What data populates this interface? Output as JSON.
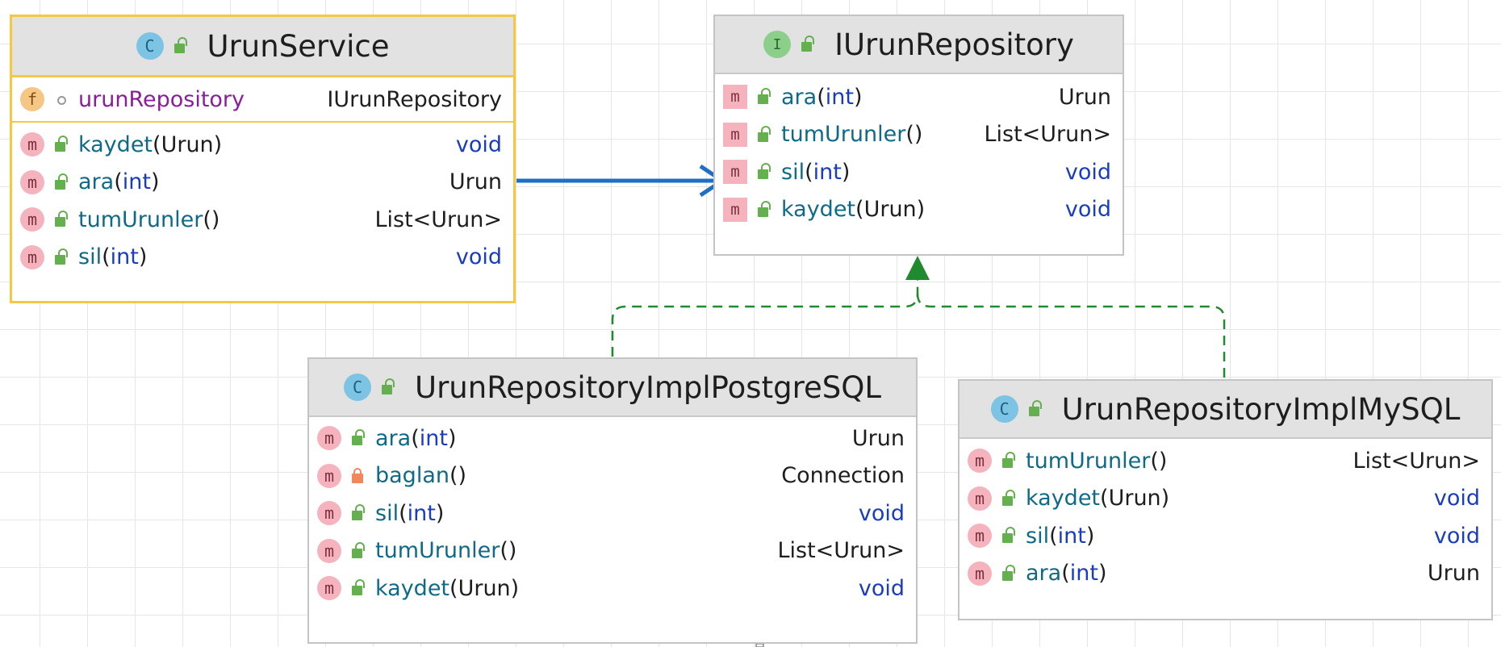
{
  "classes": {
    "urun_service": {
      "name": "UrunService",
      "kind": "C",
      "field": {
        "badge": "f",
        "name": "urunRepository",
        "type": "IUrunRepository"
      },
      "methods": [
        {
          "badge": "m",
          "name": "kaydet",
          "params_prefix": "(",
          "param_kw": "",
          "param_text": "Urun",
          "params_suffix": ")",
          "return": "void"
        },
        {
          "badge": "m",
          "name": "ara",
          "params_prefix": "(",
          "param_kw": "int",
          "param_text": "",
          "params_suffix": ")",
          "return": "Urun"
        },
        {
          "badge": "m",
          "name": "tumUrunler",
          "params_prefix": "()",
          "param_kw": "",
          "param_text": "",
          "params_suffix": "",
          "return": "List<Urun>"
        },
        {
          "badge": "m",
          "name": "sil",
          "params_prefix": "(",
          "param_kw": "int",
          "param_text": "",
          "params_suffix": ")",
          "return": "void"
        }
      ]
    },
    "iurun_repository": {
      "name": "IUrunRepository",
      "kind": "I",
      "methods": [
        {
          "badge": "m",
          "name": "ara",
          "params_prefix": "(",
          "param_kw": "int",
          "param_text": "",
          "params_suffix": ")",
          "return": "Urun"
        },
        {
          "badge": "m",
          "name": "tumUrunler",
          "params_prefix": "()",
          "param_kw": "",
          "param_text": "",
          "params_suffix": "",
          "return": "List<Urun>"
        },
        {
          "badge": "m",
          "name": "sil",
          "params_prefix": "(",
          "param_kw": "int",
          "param_text": "",
          "params_suffix": ")",
          "return": "void"
        },
        {
          "badge": "m",
          "name": "kaydet",
          "params_prefix": "(",
          "param_kw": "",
          "param_text": "Urun",
          "params_suffix": ")",
          "return": "void"
        }
      ]
    },
    "postgre": {
      "name": "UrunRepositoryImplPostgreSQL",
      "kind": "C",
      "methods": [
        {
          "badge": "m",
          "name": "ara",
          "params_prefix": "(",
          "param_kw": "int",
          "param_text": "",
          "params_suffix": ")",
          "return": "Urun"
        },
        {
          "badge": "m",
          "name": "baglan",
          "params_prefix": "()",
          "param_kw": "",
          "param_text": "",
          "params_suffix": "",
          "return": "Connection"
        },
        {
          "badge": "m",
          "name": "sil",
          "params_prefix": "(",
          "param_kw": "int",
          "param_text": "",
          "params_suffix": ")",
          "return": "void"
        },
        {
          "badge": "m",
          "name": "tumUrunler",
          "params_prefix": "()",
          "param_kw": "",
          "param_text": "",
          "params_suffix": "",
          "return": "List<Urun>"
        },
        {
          "badge": "m",
          "name": "kaydet",
          "params_prefix": "(",
          "param_kw": "",
          "param_text": "Urun",
          "params_suffix": ")",
          "return": "void"
        }
      ]
    },
    "mysql": {
      "name": "UrunRepositoryImplMySQL",
      "kind": "C",
      "methods": [
        {
          "badge": "m",
          "name": "tumUrunler",
          "params_prefix": "()",
          "param_kw": "",
          "param_text": "",
          "params_suffix": "",
          "return": "List<Urun>"
        },
        {
          "badge": "m",
          "name": "kaydet",
          "params_prefix": "(",
          "param_kw": "",
          "param_text": "Urun",
          "params_suffix": ")",
          "return": "void"
        },
        {
          "badge": "m",
          "name": "sil",
          "params_prefix": "(",
          "param_kw": "int",
          "param_text": "",
          "params_suffix": ")",
          "return": "void"
        },
        {
          "badge": "m",
          "name": "ara",
          "params_prefix": "(",
          "param_kw": "int",
          "param_text": "",
          "params_suffix": ")",
          "return": "Urun"
        }
      ]
    }
  },
  "colors": {
    "association_arrow": "#1f6fc5",
    "realization_arrow": "#1f8a2e",
    "selection_border": "#f5c843"
  }
}
